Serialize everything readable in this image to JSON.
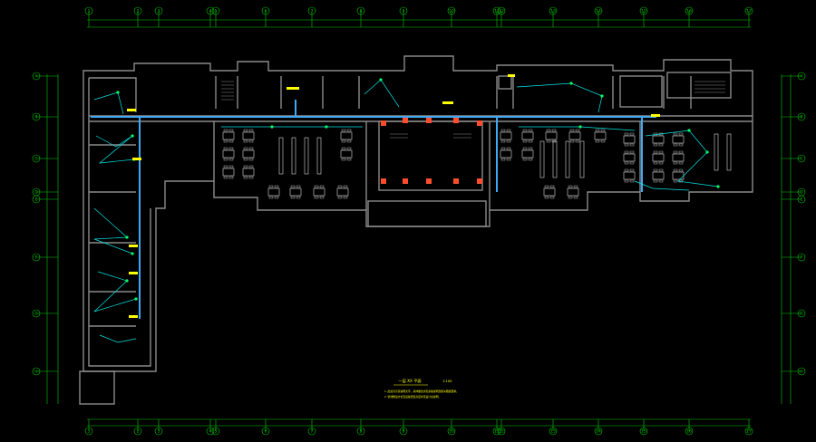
{
  "drawing": {
    "title": "一层 XX 平面",
    "scale": "1:100",
    "note_line_1": "1. 此处为示意说明文字，具体做法详见系统说明及相关图集要求。",
    "note_line_2": "2. 管线敷设方式及设备安装高度详见设计总说明。"
  },
  "grid_axes": {
    "columns": [
      "1",
      "2",
      "3",
      "4",
      "5",
      "6",
      "7",
      "8",
      "9",
      "10",
      "11",
      "12",
      "13",
      "14",
      "15",
      "16",
      "17"
    ],
    "rows": [
      "A",
      "B",
      "C",
      "D",
      "E",
      "F",
      "G",
      "H"
    ]
  },
  "colors": {
    "background": "#000000",
    "grid_line": "#00cc00",
    "wall": "#8a8a8a",
    "furniture": "#d9d9d9",
    "cable": "#3fa9f5",
    "device_wire": "#00e5e5",
    "device": "#ff4d2e",
    "annotation": "#ffff00",
    "dimension": "#00ff00"
  }
}
